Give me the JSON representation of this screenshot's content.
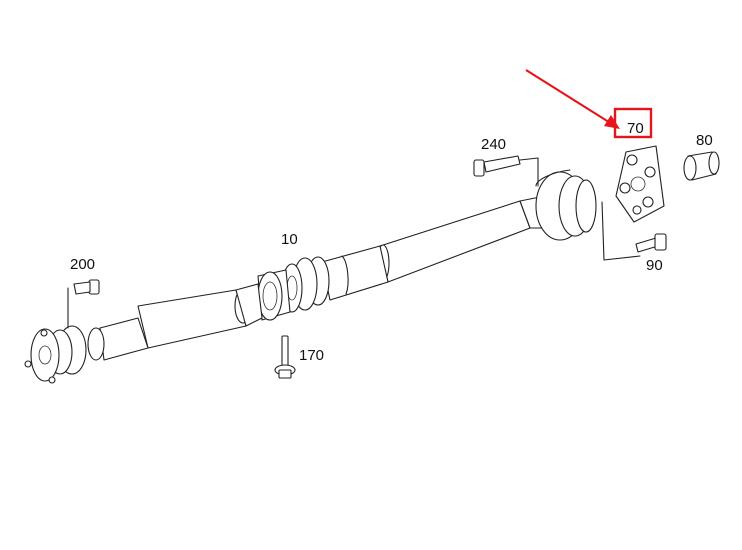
{
  "diagram": {
    "parts": [
      {
        "id": "10",
        "label": "10"
      },
      {
        "id": "70",
        "label": "70"
      },
      {
        "id": "80",
        "label": "80"
      },
      {
        "id": "90",
        "label": "90"
      },
      {
        "id": "170",
        "label": "170"
      },
      {
        "id": "200",
        "label": "200"
      },
      {
        "id": "240",
        "label": "240"
      }
    ],
    "highlight": {
      "part": "70",
      "color": "#e8141c"
    }
  }
}
